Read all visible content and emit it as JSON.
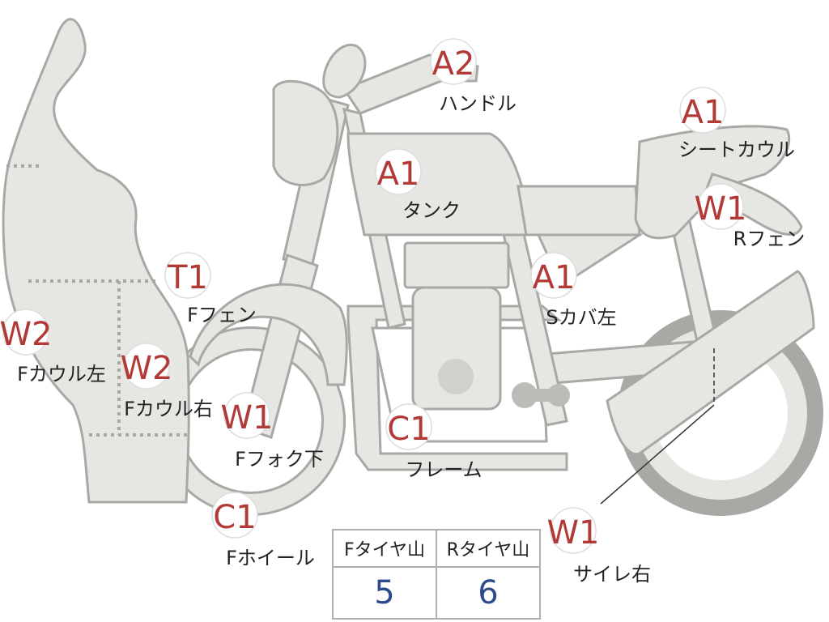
{
  "parts": [
    {
      "id": "handle",
      "code": "A2",
      "label": "ハンドル"
    },
    {
      "id": "seat-cowl",
      "code": "A1",
      "label": "シートカウル"
    },
    {
      "id": "tank",
      "code": "A1",
      "label": "タンク"
    },
    {
      "id": "r-fender",
      "code": "W1",
      "label": "Rフェン"
    },
    {
      "id": "f-fender",
      "code": "T1",
      "label": "Fフェン"
    },
    {
      "id": "s-cover-l",
      "code": "A1",
      "label": "Sカバ左"
    },
    {
      "id": "f-cowl-l",
      "code": "W2",
      "label": "Fカウル左"
    },
    {
      "id": "f-cowl-r",
      "code": "W2",
      "label": "Fカウル右"
    },
    {
      "id": "f-fork",
      "code": "W1",
      "label": "Fフォク下"
    },
    {
      "id": "frame",
      "code": "C1",
      "label": "フレーム"
    },
    {
      "id": "f-wheel",
      "code": "C1",
      "label": "Fホイール"
    },
    {
      "id": "muffler-r",
      "code": "W1",
      "label": "サイレ右"
    }
  ],
  "tire_table": {
    "headers": [
      "Fタイヤ山",
      "Rタイヤ山"
    ],
    "values": [
      "5",
      "6"
    ]
  },
  "colors": {
    "part_fill": "#e6e6e3",
    "part_stroke": "#a8a8a4",
    "code_red": "#b23a36",
    "value_blue": "#2c4a8c"
  }
}
